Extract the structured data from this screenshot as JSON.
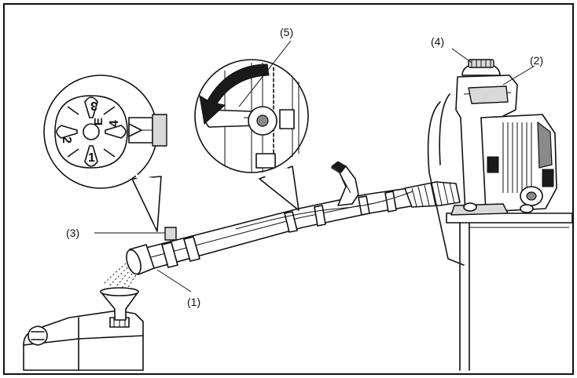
{
  "callouts": [
    {
      "id": "1",
      "label": "(1)"
    },
    {
      "id": "2",
      "label": "(2)"
    },
    {
      "id": "3",
      "label": "(3)"
    },
    {
      "id": "4",
      "label": "(4)"
    },
    {
      "id": "5",
      "label": "(5)"
    }
  ],
  "dial_numbers": [
    "1",
    "2",
    "3",
    "4"
  ],
  "dial_marker": "E"
}
